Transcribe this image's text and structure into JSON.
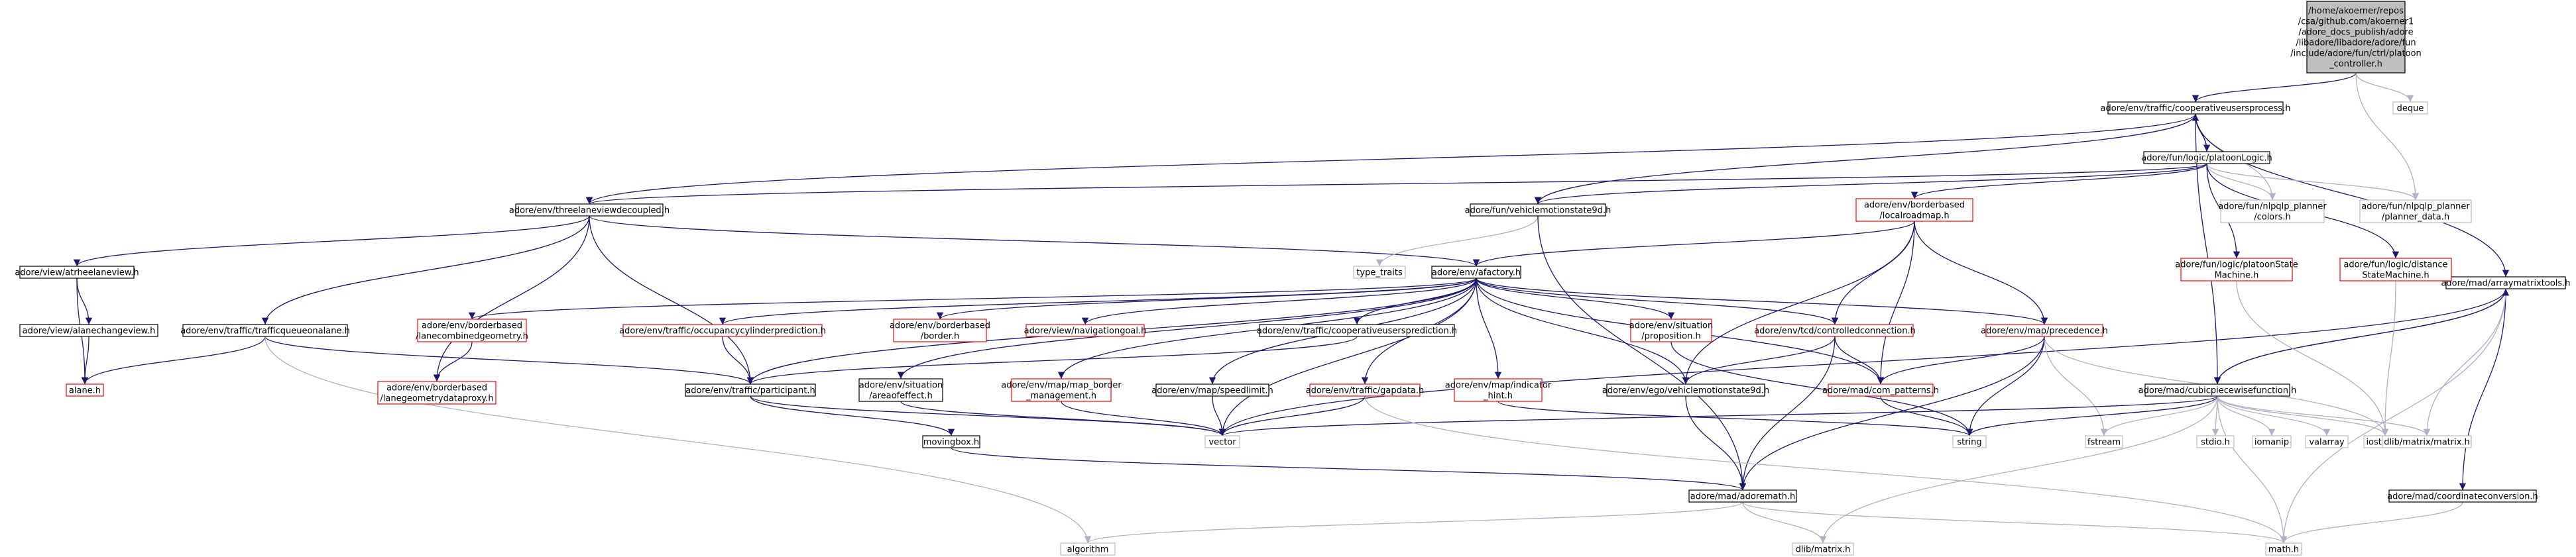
{
  "nodes": [
    {
      "id": "root",
      "lines": [
        "/home/akoerner/repos",
        "/csa/github.com/akoerner1",
        "/adore_docs_publish/adore",
        "/libadore/libadore/adore/fun",
        "/include/adore/fun/ctrl/platoon",
        "_controller.h"
      ],
      "kind": "root"
    },
    {
      "id": "coop_proc",
      "lines": [
        "adore/env/traffic/cooperativeusersprocess.h"
      ],
      "kind": "black"
    },
    {
      "id": "deque",
      "lines": [
        "deque"
      ],
      "kind": "system"
    },
    {
      "id": "platoonlogic",
      "lines": [
        "adore/fun/logic/platoonLogic.h"
      ],
      "kind": "black"
    },
    {
      "id": "threelane",
      "lines": [
        "adore/env/threelaneviewdecoupled.h"
      ],
      "kind": "black"
    },
    {
      "id": "vehmotion9d_fun",
      "lines": [
        "adore/fun/vehiclemotionstate9d.h"
      ],
      "kind": "black"
    },
    {
      "id": "localroadmap",
      "lines": [
        "adore/env/borderbased",
        "/localroadmap.h"
      ],
      "kind": "red"
    },
    {
      "id": "nlpqlp_colors",
      "lines": [
        "adore/fun/nlpqlp_planner",
        "/colors.h"
      ],
      "kind": "system"
    },
    {
      "id": "nlpqlp_data",
      "lines": [
        "adore/fun/nlpqlp_planner",
        "/planner_data.h"
      ],
      "kind": "system"
    },
    {
      "id": "arraymatrix",
      "lines": [
        "adore/mad/arraymatrixtools.h"
      ],
      "kind": "black"
    },
    {
      "id": "atl",
      "lines": [
        "adore/view/atrheelaneview.h"
      ],
      "kind": "black"
    },
    {
      "id": "type_traits",
      "lines": [
        "type_traits"
      ],
      "kind": "system"
    },
    {
      "id": "afactory",
      "lines": [
        "adore/env/afactory.h"
      ],
      "kind": "black"
    },
    {
      "id": "platoonstate",
      "lines": [
        "adore/fun/logic/platoonState",
        "Machine.h"
      ],
      "kind": "red"
    },
    {
      "id": "distancestate",
      "lines": [
        "adore/fun/logic/distance",
        "StateMachine.h"
      ],
      "kind": "red"
    },
    {
      "id": "alanechange",
      "lines": [
        "adore/view/alanechangeview.h"
      ],
      "kind": "black"
    },
    {
      "id": "trafficqueue",
      "lines": [
        "adore/env/traffic/trafficqueueonalane.h"
      ],
      "kind": "black"
    },
    {
      "id": "lanecombined",
      "lines": [
        "adore/env/borderbased",
        "/lanecombinedgeometry.h"
      ],
      "kind": "red"
    },
    {
      "id": "occupancy",
      "lines": [
        "adore/env/traffic/occupancycylinderprediction.h"
      ],
      "kind": "red"
    },
    {
      "id": "border",
      "lines": [
        "adore/env/borderbased",
        "/border.h"
      ],
      "kind": "red"
    },
    {
      "id": "navgoal",
      "lines": [
        "adore/view/navigationgoal.h"
      ],
      "kind": "red"
    },
    {
      "id": "coop_pred",
      "lines": [
        "adore/env/traffic/cooperativeusersprediction.h"
      ],
      "kind": "black"
    },
    {
      "id": "proposition",
      "lines": [
        "adore/env/situation",
        "/proposition.h"
      ],
      "kind": "red"
    },
    {
      "id": "controlledconn",
      "lines": [
        "adore/env/tcd/controlledconnection.h"
      ],
      "kind": "red"
    },
    {
      "id": "precedence",
      "lines": [
        "adore/env/map/precedence.h"
      ],
      "kind": "red"
    },
    {
      "id": "cubicpiecewise",
      "lines": [
        "adore/mad/cubicpiecewisefunction.h"
      ],
      "kind": "black"
    },
    {
      "id": "alane",
      "lines": [
        "alane.h"
      ],
      "kind": "red"
    },
    {
      "id": "lanegeomproxy",
      "lines": [
        "adore/env/borderbased",
        "/lanegeometrydataproxy.h"
      ],
      "kind": "red"
    },
    {
      "id": "participant",
      "lines": [
        "adore/env/traffic/participant.h"
      ],
      "kind": "black"
    },
    {
      "id": "areaofeffect",
      "lines": [
        "adore/env/situation",
        "/areaofeffect.h"
      ],
      "kind": "black"
    },
    {
      "id": "mapborder",
      "lines": [
        "adore/env/map/map_border",
        "_management.h"
      ],
      "kind": "red"
    },
    {
      "id": "speedlimit",
      "lines": [
        "adore/env/map/speedlimit.h"
      ],
      "kind": "black"
    },
    {
      "id": "gapdata",
      "lines": [
        "adore/env/traffic/gapdata.h"
      ],
      "kind": "red"
    },
    {
      "id": "indicatorhint",
      "lines": [
        "adore/env/map/indicator",
        "_hint.h"
      ],
      "kind": "red"
    },
    {
      "id": "vehmotion9d_env",
      "lines": [
        "adore/env/ego/vehiclemotionstate9d.h"
      ],
      "kind": "black"
    },
    {
      "id": "compatterns",
      "lines": [
        "adore/mad/com_patterns.h"
      ],
      "kind": "red"
    },
    {
      "id": "movingbox",
      "lines": [
        "movingbox.h"
      ],
      "kind": "black"
    },
    {
      "id": "vector",
      "lines": [
        "vector"
      ],
      "kind": "system"
    },
    {
      "id": "string",
      "lines": [
        "string"
      ],
      "kind": "system"
    },
    {
      "id": "fstream",
      "lines": [
        "fstream"
      ],
      "kind": "system"
    },
    {
      "id": "stdio",
      "lines": [
        "stdio.h"
      ],
      "kind": "system"
    },
    {
      "id": "iomanip",
      "lines": [
        "iomanip"
      ],
      "kind": "system"
    },
    {
      "id": "valarray",
      "lines": [
        "valarray"
      ],
      "kind": "system"
    },
    {
      "id": "iostream",
      "lines": [
        "iostream"
      ],
      "kind": "system"
    },
    {
      "id": "dlibmatrix",
      "lines": [
        "dlib/matrix/matrix.h"
      ],
      "kind": "system"
    },
    {
      "id": "coordconv",
      "lines": [
        "adore/mad/coordinateconversion.h"
      ],
      "kind": "black"
    },
    {
      "id": "adoremath",
      "lines": [
        "adore/mad/adoremath.h"
      ],
      "kind": "black"
    },
    {
      "id": "algorithm",
      "lines": [
        "algorithm"
      ],
      "kind": "system"
    },
    {
      "id": "dlibmatrixh",
      "lines": [
        "dlib/matrix.h"
      ],
      "kind": "system"
    },
    {
      "id": "math",
      "lines": [
        "math.h"
      ],
      "kind": "system"
    }
  ],
  "edges": [
    [
      "root",
      "coop_proc"
    ],
    [
      "root",
      "deque"
    ],
    [
      "root",
      "nlpqlp_data"
    ],
    [
      "coop_proc",
      "platoonlogic"
    ],
    [
      "coop_proc",
      "threelane"
    ],
    [
      "coop_proc",
      "vehmotion9d_fun"
    ],
    [
      "coop_proc",
      "nlpqlp_colors"
    ],
    [
      "coop_proc",
      "cubicpiecewise"
    ],
    [
      "coop_proc",
      "arraymatrix"
    ],
    [
      "platoonlogic",
      "coop_proc"
    ],
    [
      "platoonlogic",
      "threelane"
    ],
    [
      "platoonlogic",
      "vehmotion9d_fun"
    ],
    [
      "platoonlogic",
      "localroadmap"
    ],
    [
      "platoonlogic",
      "nlpqlp_colors"
    ],
    [
      "platoonlogic",
      "nlpqlp_data"
    ],
    [
      "platoonlogic",
      "platoonstate"
    ],
    [
      "platoonlogic",
      "distancestate"
    ],
    [
      "threelane",
      "atl"
    ],
    [
      "threelane",
      "trafficqueue"
    ],
    [
      "threelane",
      "afactory"
    ],
    [
      "threelane",
      "lanegeomproxy"
    ],
    [
      "threelane",
      "participant"
    ],
    [
      "vehmotion9d_fun",
      "type_traits"
    ],
    [
      "vehmotion9d_fun",
      "adoremath"
    ],
    [
      "localroadmap",
      "afactory"
    ],
    [
      "localroadmap",
      "controlledconn"
    ],
    [
      "localroadmap",
      "precedence"
    ],
    [
      "localroadmap",
      "compatterns"
    ],
    [
      "localroadmap",
      "vehmotion9d_env"
    ],
    [
      "arraymatrix",
      "cubicpiecewise"
    ],
    [
      "arraymatrix",
      "vector"
    ],
    [
      "arraymatrix",
      "dlibmatrix"
    ],
    [
      "arraymatrix",
      "coordconv"
    ],
    [
      "arraymatrix",
      "math"
    ],
    [
      "atl",
      "alanechange"
    ],
    [
      "atl",
      "alane"
    ],
    [
      "alanechange",
      "alane"
    ],
    [
      "trafficqueue",
      "alane"
    ],
    [
      "trafficqueue",
      "participant"
    ],
    [
      "trafficqueue",
      "algorithm"
    ],
    [
      "afactory",
      "lanecombined"
    ],
    [
      "afactory",
      "occupancy"
    ],
    [
      "afactory",
      "border"
    ],
    [
      "afactory",
      "navgoal"
    ],
    [
      "afactory",
      "coop_pred"
    ],
    [
      "afactory",
      "proposition"
    ],
    [
      "afactory",
      "controlledconn"
    ],
    [
      "afactory",
      "precedence"
    ],
    [
      "afactory",
      "participant"
    ],
    [
      "afactory",
      "areaofeffect"
    ],
    [
      "afactory",
      "mapborder"
    ],
    [
      "afactory",
      "speedlimit"
    ],
    [
      "afactory",
      "gapdata"
    ],
    [
      "afactory",
      "indicatorhint"
    ],
    [
      "afactory",
      "vehmotion9d_env"
    ],
    [
      "afactory",
      "compatterns"
    ],
    [
      "afactory",
      "vector"
    ],
    [
      "lanecombined",
      "lanegeomproxy"
    ],
    [
      "occupancy",
      "participant"
    ],
    [
      "coop_pred",
      "participant"
    ],
    [
      "proposition",
      "string"
    ],
    [
      "controlledconn",
      "compatterns"
    ],
    [
      "controlledconn",
      "vehmotion9d_env"
    ],
    [
      "controlledconn",
      "adoremath"
    ],
    [
      "precedence",
      "compatterns"
    ],
    [
      "precedence",
      "string"
    ],
    [
      "precedence",
      "fstream"
    ],
    [
      "precedence",
      "iostream"
    ],
    [
      "precedence",
      "adoremath"
    ],
    [
      "cubicpiecewise",
      "arraymatrix"
    ],
    [
      "cubicpiecewise",
      "vector"
    ],
    [
      "cubicpiecewise",
      "string"
    ],
    [
      "cubicpiecewise",
      "fstream"
    ],
    [
      "cubicpiecewise",
      "stdio"
    ],
    [
      "cubicpiecewise",
      "iomanip"
    ],
    [
      "cubicpiecewise",
      "valarray"
    ],
    [
      "cubicpiecewise",
      "iostream"
    ],
    [
      "cubicpiecewise",
      "dlibmatrix"
    ],
    [
      "cubicpiecewise",
      "math"
    ],
    [
      "cubicpiecewise",
      "dlibmatrixh"
    ],
    [
      "platoonstate",
      "iostream"
    ],
    [
      "distancestate",
      "iostream"
    ],
    [
      "participant",
      "movingbox"
    ],
    [
      "participant",
      "vector"
    ],
    [
      "areaofeffect",
      "vector"
    ],
    [
      "mapborder",
      "vector"
    ],
    [
      "speedlimit",
      "vector"
    ],
    [
      "gapdata",
      "vector"
    ],
    [
      "gapdata",
      "math"
    ],
    [
      "indicatorhint",
      "string"
    ],
    [
      "vehmotion9d_env",
      "adoremath"
    ],
    [
      "compatterns",
      "string"
    ],
    [
      "movingbox",
      "adoremath"
    ],
    [
      "coordconv",
      "math"
    ],
    [
      "adoremath",
      "algorithm"
    ],
    [
      "adoremath",
      "dlibmatrixh"
    ],
    [
      "adoremath",
      "math"
    ]
  ],
  "colors": {
    "edge": "#191970",
    "edge_light": "#b0b0c8",
    "black_border": "#000000",
    "red_border": "#ff0000",
    "system_border": "#bfbfbf",
    "root_fill": "#bfbfbf"
  }
}
